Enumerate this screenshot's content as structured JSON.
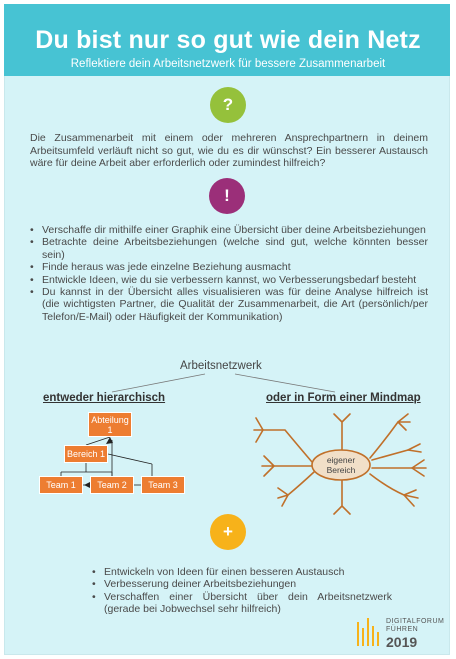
{
  "header": {
    "title": "Du bist nur so gut wie dein Netz",
    "subtitle": "Reflektiere dein Arbeitsnetzwerk für bessere Zusammenarbeit"
  },
  "badges": {
    "question": "?",
    "exclamation": "!",
    "plus": "+"
  },
  "problem_text": "Die Zusammenarbeit mit einem oder mehreren Ansprechpartnern in deinem Arbeitsumfeld verläuft nicht so gut, wie du es dir wünschst? Ein besserer Austausch wäre für deine Arbeit aber erforderlich oder zumindest hilfreich?",
  "steps": [
    "Verschaffe dir mithilfe einer Graphik eine Übersicht über deine Arbeitsbeziehungen",
    "Betrachte deine Arbeitsbeziehungen (welche sind gut, welche könnten besser sein)",
    "Finde heraus was jede einzelne Beziehung ausmacht",
    "Entwickle Ideen, wie du sie verbessern kannst, wo Verbesserungsbedarf besteht",
    "Du kannst in der Übersicht alles visualisieren was für deine Analyse hilfreich ist (die wichtigsten Partner, die Qualität der Zusammenarbeit, die Art (persönlich/per Telefon/E-Mail) oder Häufigkeit der Kommunikation)"
  ],
  "diagram": {
    "title": "Arbeitsnetzwerk",
    "left_heading": "entweder hierarchisch",
    "right_heading": "oder in Form einer Mindmap",
    "hierarchy": {
      "department": "Abteilung 1",
      "area": "Bereich 1",
      "teams": [
        "Team 1",
        "Team 2",
        "Team 3"
      ]
    },
    "mindmap_center": "eigener Bereich",
    "colors": {
      "box": "#ed7d31",
      "branch": "#c0702a",
      "center_fill": "#f1dfc8"
    }
  },
  "benefits": [
    "Entwickeln von Ideen für einen besseren Austausch",
    "Verbesserung deiner Arbeitsbeziehungen",
    "Verschaffen einer Übersicht über dein Arbeitsnetzwerk (gerade bei Jobwechsel sehr hilfreich)"
  ],
  "logo": {
    "line1": "DIGITALFORUM",
    "line2": "FÜHREN",
    "year": "2019"
  },
  "colors": {
    "header": "#47c3d3",
    "background": "#d5f3f7",
    "question": "#95c13b",
    "exclamation": "#9b2f79",
    "plus": "#f7b21a"
  }
}
